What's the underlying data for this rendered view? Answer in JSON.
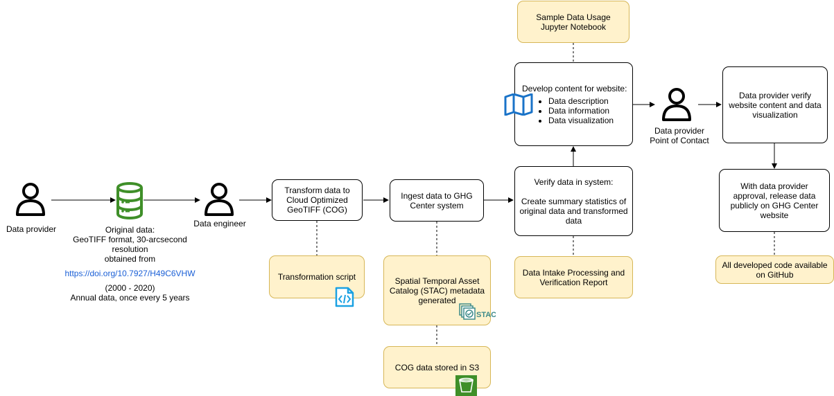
{
  "actors": {
    "provider": "Data provider",
    "engineer": "Data engineer",
    "poc_line1": "Data provider",
    "poc_line2": "Point of Contact"
  },
  "original": {
    "title": "Original data:",
    "line1": "GeoTIFF format, 30-arcsecond",
    "line2": "resolution",
    "line3": "obtained from",
    "link": "https://doi.org/10.7927/H49C6VHW",
    "years": "(2000 - 2020)",
    "cadence": "Annual data, once every 5 years"
  },
  "boxes": {
    "transform": "Transform data to Cloud Optimized GeoTIFF (COG)",
    "ingest": "Ingest data to GHG Center system",
    "verify_title": "Verify data in system:",
    "verify_body": "Create summary statistics of original data and transformed data",
    "develop_title": "Develop content for website:",
    "develop_items": [
      "Data description",
      "Data information",
      "Data visualization"
    ],
    "provider_verify": "Data provider verify website content and data visualization",
    "release": "With data provider approval, release data publicly on GHG Center website"
  },
  "notes": {
    "script": "Transformation script",
    "stac": "Spatial Temporal Asset Catalog (STAC) metadata generated",
    "s3": "COG data stored in S3",
    "report": "Data Intake Processing and Verification Report",
    "notebook": "Sample Data Usage Jupyter Notebook",
    "github": "All developed code available on GitHub"
  },
  "icons": {
    "stac_text": "STAC",
    "database": "database-icon",
    "code": "code-file-icon",
    "map": "map-icon",
    "bucket": "s3-bucket-icon"
  },
  "colors": {
    "note_fill": "#fff2cc",
    "note_border": "#d6b656",
    "link": "#1a5fd6",
    "database": "#3f8f29",
    "code": "#1ba1e2",
    "map": "#1a73c8",
    "stac": "#3c8a8a",
    "bucket": "#3f8f29"
  }
}
